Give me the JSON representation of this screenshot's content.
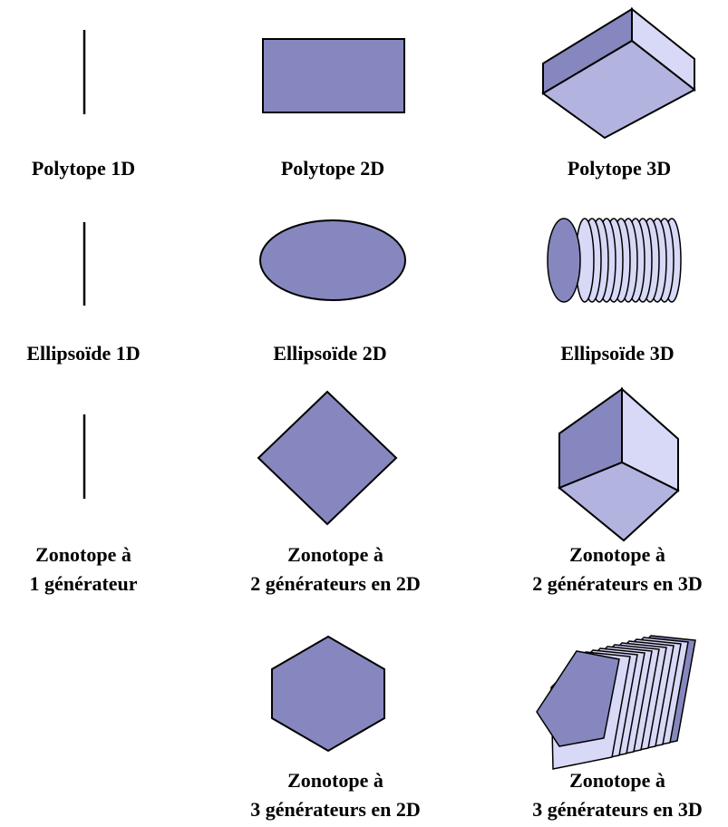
{
  "colors": {
    "fill_dark": "#8787bf",
    "fill_mid": "#b3b3e0",
    "fill_light": "#d8d8f7",
    "stroke": "#000000"
  },
  "labels": {
    "polytope_1d": "Polytope 1D",
    "polytope_2d": "Polytope 2D",
    "polytope_3d": "Polytope 3D",
    "ellipsoide_1d": "Ellipsoïde 1D",
    "ellipsoide_2d": "Ellipsoïde 2D",
    "ellipsoide_3d": "Ellipsoïde 3D",
    "zono_1g_line1": "Zonotope à",
    "zono_1g_line2": "1 générateur",
    "zono_2g2d_line1": "Zonotope à",
    "zono_2g2d_line2": "2 générateurs en 2D",
    "zono_2g3d_line1": "Zonotope à",
    "zono_2g3d_line2": "2 générateurs en 3D",
    "zono_3g2d_line1": "Zonotope à",
    "zono_3g2d_line2": "3 générateurs en 2D",
    "zono_3g3d_line1": "Zonotope à",
    "zono_3g3d_line2": "3 générateurs en 3D"
  }
}
